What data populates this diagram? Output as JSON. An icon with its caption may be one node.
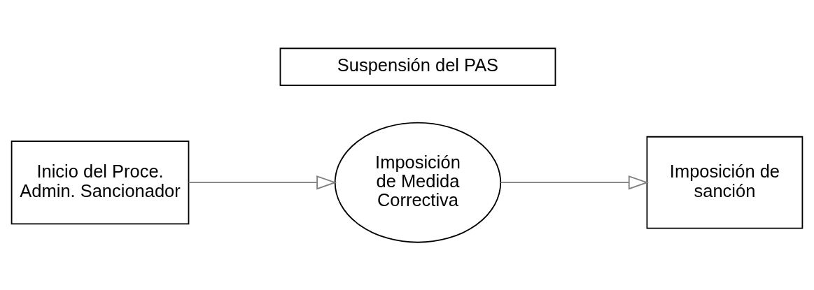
{
  "diagram": {
    "nodes": [
      {
        "text": [
          "Inicio del Proce. Admin. Sancionador"
        ]
      },
      {
        "text": [
          "Imposición de Medida Correctiva"
        ]
      },
      {
        "text": [
          "Imposición de sanción"
        ]
      },
      {
        "text": [
          "Suspensión del PAS"
        ]
      }
    ],
    "edges": [
      {
        "from": 0,
        "to": 1,
        "arrow": "to"
      },
      {
        "from": 1,
        "to": 2,
        "arrow": "to"
      }
    ]
  }
}
